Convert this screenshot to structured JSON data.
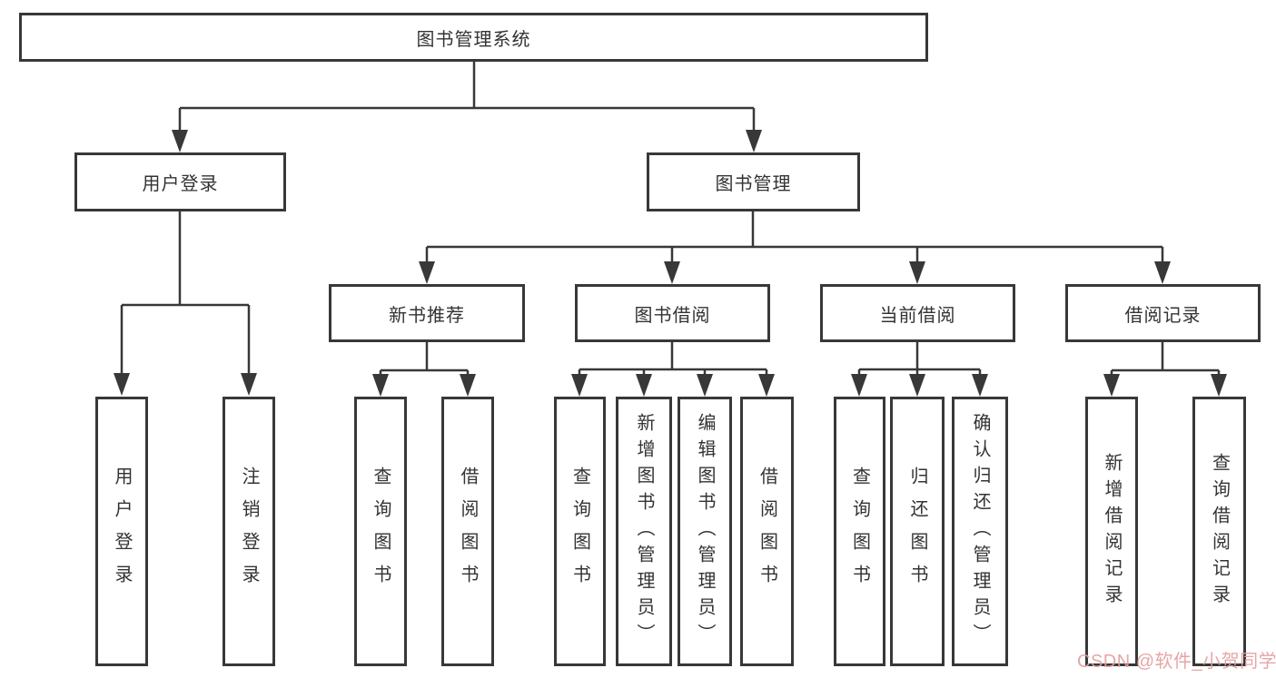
{
  "diagram": {
    "title": "图书管理系统",
    "tree": {
      "root": {
        "label": "图书管理系统",
        "children": [
          {
            "label": "用户登录",
            "children": [
              {
                "label": "用户登录"
              },
              {
                "label": "注销登录"
              }
            ]
          },
          {
            "label": "图书管理",
            "children": [
              {
                "label": "新书推荐",
                "children": [
                  {
                    "label": "查询图书"
                  },
                  {
                    "label": "借阅图书"
                  }
                ]
              },
              {
                "label": "图书借阅",
                "children": [
                  {
                    "label": "查询图书"
                  },
                  {
                    "label": "新增图书（管理员）"
                  },
                  {
                    "label": "编辑图书（管理员）"
                  },
                  {
                    "label": "借阅图书"
                  }
                ]
              },
              {
                "label": "当前借阅",
                "children": [
                  {
                    "label": "查询图书"
                  },
                  {
                    "label": "归还图书"
                  },
                  {
                    "label": "确认归还（管理员）"
                  }
                ]
              },
              {
                "label": "借阅记录",
                "children": [
                  {
                    "label": "新增借阅记录"
                  },
                  {
                    "label": "查询借阅记录"
                  }
                ]
              }
            ]
          }
        ]
      }
    },
    "colors": {
      "line": "#383838",
      "box_border": "#383838",
      "text": "#333333",
      "background": "#ffffff",
      "watermark": "#e49e9e"
    }
  },
  "watermark": {
    "text": "CSDN @软件_小贺同学"
  }
}
